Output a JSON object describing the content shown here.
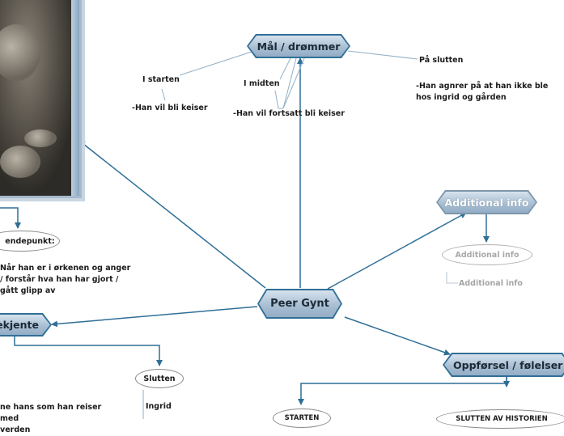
{
  "central": {
    "label": "Peer Gynt"
  },
  "branches": {
    "goals": {
      "title": "Mål / drømmer",
      "start": {
        "label": "I starten",
        "text": "-Han vil bli keiser"
      },
      "middle": {
        "label": "I midten",
        "text": "-Han vil fortsatt bli keiser"
      },
      "end": {
        "label": "På slutten",
        "text": "-Han agnrer på at han ikke ble hos ingrid og gården"
      }
    },
    "additional": {
      "title": "Additional info",
      "oval": "Additional info",
      "sub": "Additional info"
    },
    "behaviour": {
      "title": "Oppførsel / følelser",
      "left_oval": "STARTEN",
      "right_oval": "SLUTTEN AV HISTORIEN"
    },
    "acquaintances": {
      "title": "ekjente",
      "end_oval": "Slutten",
      "ingrid": "Ingrid",
      "note": "ne hans som han reiser med\nverden"
    },
    "turning_point": {
      "oval": "endepunkt:",
      "text": "Når han er i ørkenen og anger / forstår hva han har gjort / gått glipp av"
    }
  },
  "colors": {
    "line": "#2f6f97",
    "thin_line": "#8fb0c9",
    "node_fill_top": "#d7e3ee",
    "node_fill_bottom": "#93adc6",
    "muted_text": "#a5a5a5"
  }
}
